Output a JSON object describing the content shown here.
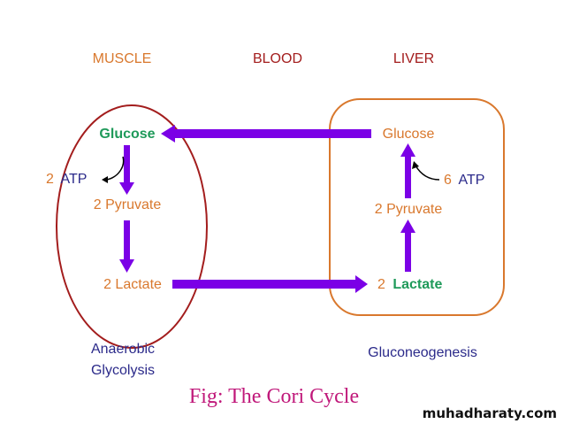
{
  "headers": {
    "muscle": "MUSCLE",
    "blood": "BLOOD",
    "liver": "LIVER"
  },
  "muscle": {
    "glucose": "Glucose",
    "atp_num": "2",
    "atp_label": "ATP",
    "pyruvate": "2 Pyruvate",
    "lactate": "2 Lactate",
    "process_line1": "Anaerobic",
    "process_line2": "Glycolysis"
  },
  "liver": {
    "glucose": "Glucose",
    "atp_num": "6",
    "atp_label": "ATP",
    "pyruvate": "2 Pyruvate",
    "lactate_num": "2",
    "lactate_label": "Lactate",
    "process": "Gluconeogenesis"
  },
  "caption": "Fig: The Cori Cycle",
  "watermark": "muhadharaty.com",
  "colors": {
    "orange": "#d9782d",
    "red": "#a31d1d",
    "green": "#1f9a5a",
    "navy": "#2b2a8a",
    "purple": "#7b00e6",
    "ellipse": "#a31d1d",
    "liver_box": "#d9782d",
    "caption": "#c0187a",
    "black": "#000000"
  }
}
